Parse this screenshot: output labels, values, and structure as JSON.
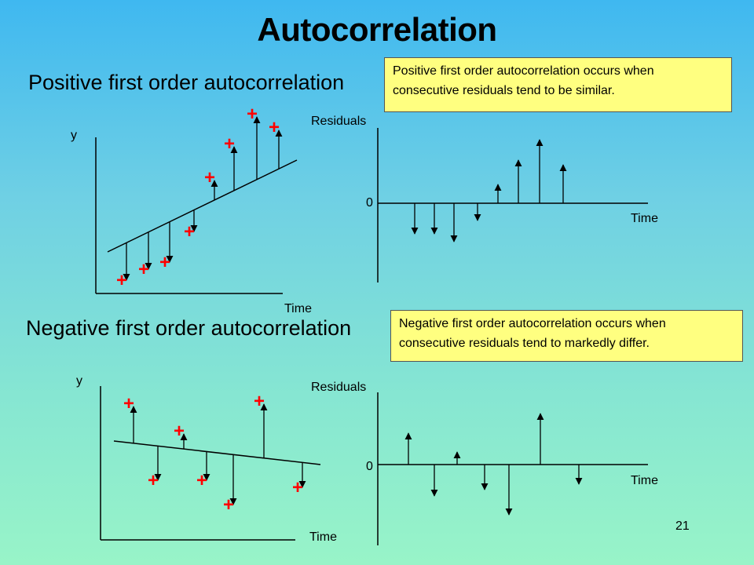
{
  "title": "Autocorrelation",
  "positive": {
    "heading": "Positive first order autocorrelation",
    "note": "Positive first order autocorrelation occurs  when consecutive residuals tend to be similar.",
    "scatter": {
      "y_label": "y",
      "x_label": "Time"
    },
    "residuals": {
      "y_label": "Residuals",
      "zero_label": "0",
      "x_label": "Time"
    },
    "point_symbol": "+"
  },
  "negative": {
    "heading": "Negative first order autocorrelation",
    "note": "Negative first order autocorrelation occurs  when consecutive residuals tend to markedly differ.",
    "scatter": {
      "y_label": "y",
      "x_label": "Time"
    },
    "residuals": {
      "y_label": "Residuals",
      "zero_label": "0",
      "x_label": "Time"
    },
    "point_symbol": "+"
  },
  "page_number": "21",
  "colors": {
    "point": "#ff0000",
    "note_background": "#ffff80"
  }
}
